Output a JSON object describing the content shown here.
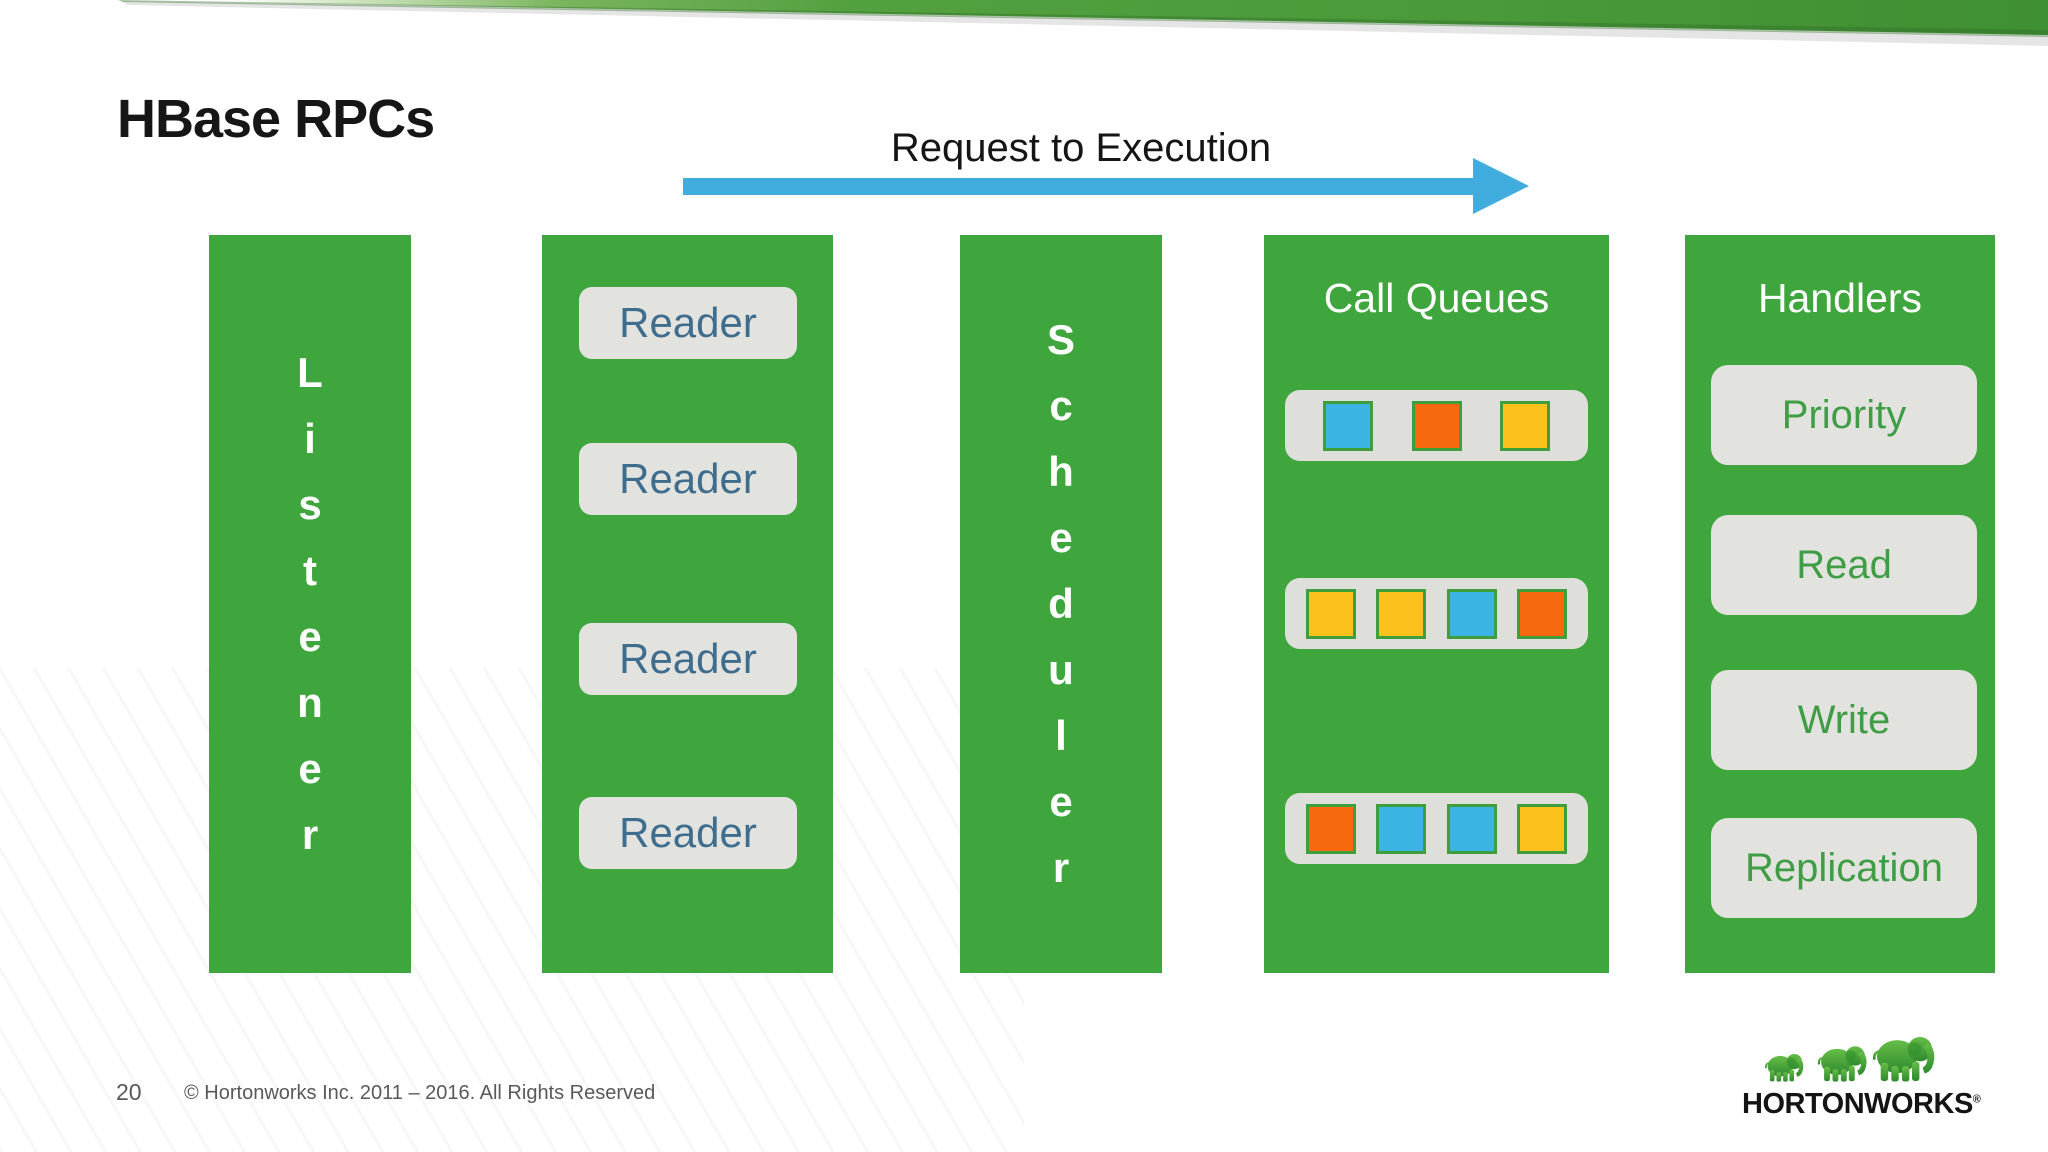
{
  "slide": {
    "title": "HBase RPCs",
    "page_number": "20",
    "copyright": "© Hortonworks Inc. 2011 – 2016. All Rights Reserved"
  },
  "flow": {
    "arrow_label": "Request to Execution"
  },
  "columns": {
    "listener": {
      "label": "Listener"
    },
    "readers": {
      "items": [
        "Reader",
        "Reader",
        "Reader",
        "Reader"
      ]
    },
    "scheduler": {
      "label": "Scheduler"
    },
    "call_queues": {
      "title": "Call Queues",
      "queues": [
        [
          "blue",
          "orange",
          "yellow"
        ],
        [
          "yellow",
          "yellow",
          "blue",
          "orange"
        ],
        [
          "orange",
          "blue",
          "blue",
          "yellow"
        ]
      ]
    },
    "handlers": {
      "title": "Handlers",
      "items": [
        "Priority",
        "Read",
        "Write",
        "Replication"
      ]
    }
  },
  "logo": {
    "text": "HORTONWORKS",
    "registered_mark": "®"
  },
  "colors": {
    "column_green": "#3EA63C",
    "box_gray": "#E2E2DE",
    "queue_gray": "#DEDEDA",
    "reader_text_blue": "#3F6D8D",
    "handler_text_green": "#3F9D45",
    "arrow_blue": "#41ACDE",
    "square_border_green": "#3F9E3C",
    "squares": {
      "blue": "#3BB3E3",
      "orange": "#F8690F",
      "yellow": "#FBC21E"
    },
    "footer_text_gray": "#595959"
  }
}
